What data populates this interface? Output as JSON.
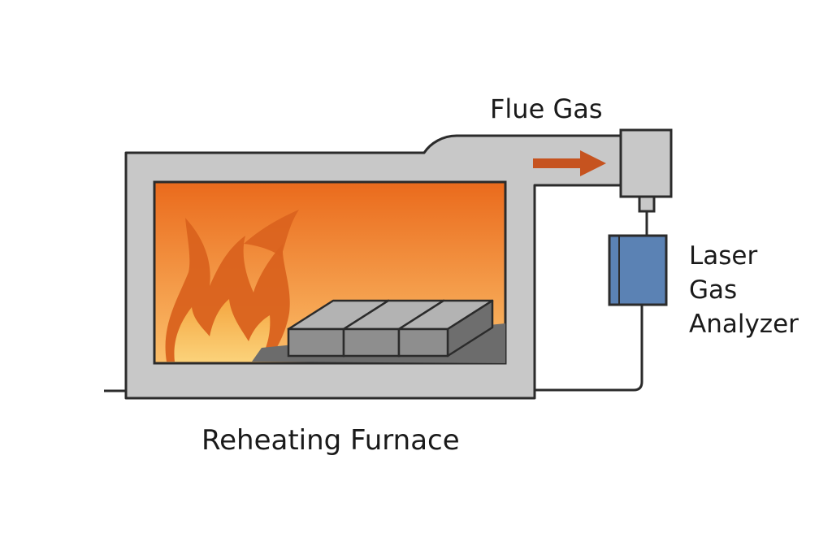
{
  "labels": {
    "flue_gas": "Flue Gas",
    "analyzer_line1": "Laser",
    "analyzer_line2": "Gas",
    "analyzer_line3": "Analyzer",
    "furnace": "Reheating Furnace"
  },
  "colors": {
    "outline": "#2b2b2b",
    "furnace_body": "#c8c8c8",
    "chamber_top": "#ea6a1c",
    "chamber_bottom": "#fbbf6a",
    "flame_dark": "#d9621e",
    "flame_light": "#f7b24a",
    "billet": "#8e8e8e",
    "hearth": "#6c6c6c",
    "arrow": "#c6531f",
    "analyzer": "#5b82b4"
  },
  "icons": {
    "flame": "flame-icon",
    "arrow": "arrow-right-icon"
  }
}
